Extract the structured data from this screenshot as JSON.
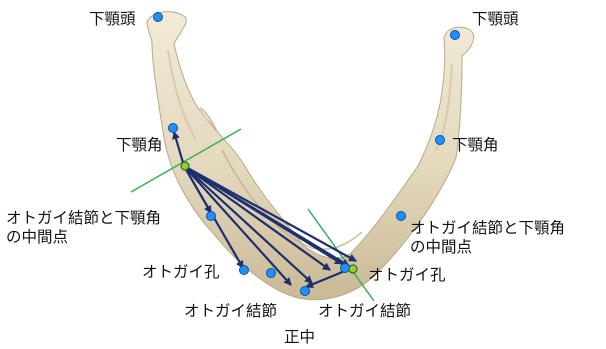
{
  "labels": {
    "condyle_left": "下顎頭",
    "condyle_right": "下顎頭",
    "gonion_left": "下顎角",
    "gonion_right": "下顎角",
    "midpoint_left": "オトガイ結節と下顎角\nの中間点",
    "midpoint_right": "オトガイ結節と下顎角\nの中間点",
    "mental_foramen_left": "オトガイ孔",
    "mental_foramen_right": "オトガイ孔",
    "mental_tubercle_left": "オトガイ結節",
    "mental_tubercle_right": "オトガイ結節",
    "midline": "正中"
  },
  "colors": {
    "landmark": "#1e90ff",
    "reference_line": "#2eb35a",
    "arrow": "#1c2f6e",
    "bone": "#e7dcc2"
  }
}
